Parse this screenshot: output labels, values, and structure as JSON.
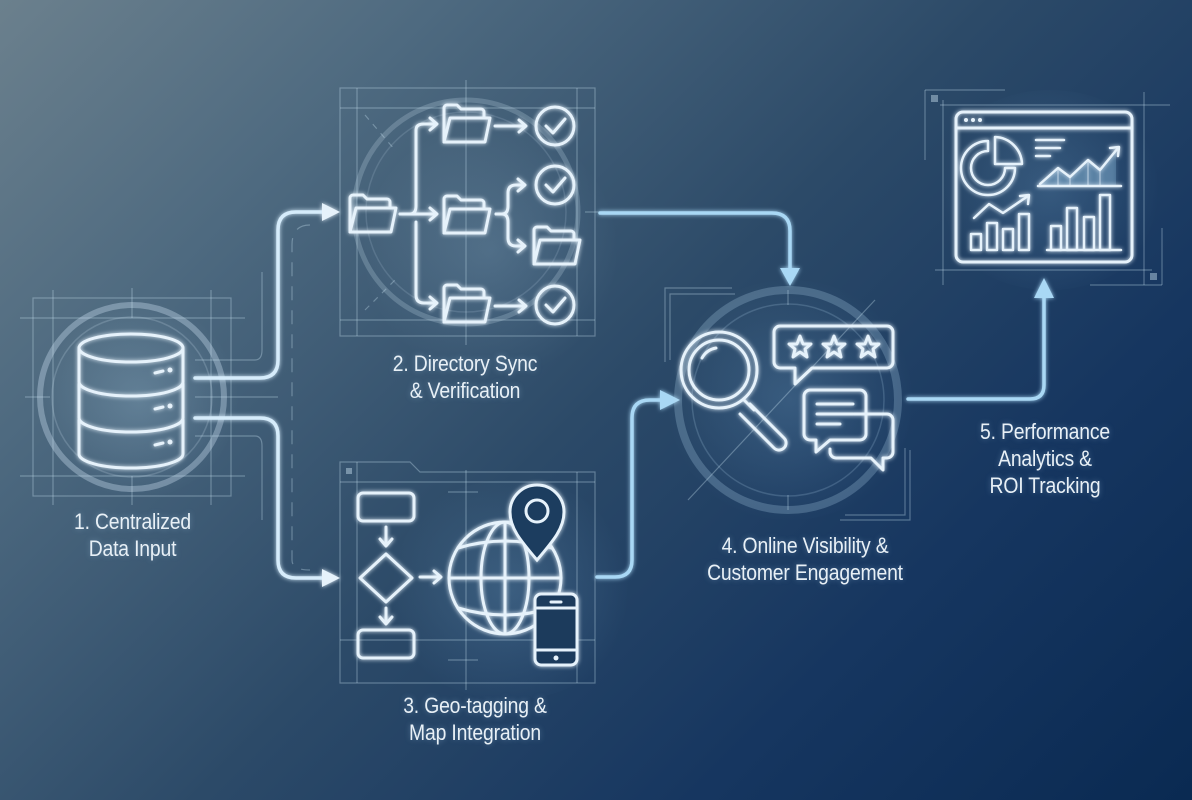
{
  "diagram": {
    "type": "process-flow",
    "steps": [
      {
        "id": 1,
        "label_line1": "1. Centralized",
        "label_line2": "Data Input",
        "label_line3": "",
        "icon": "database-icon"
      },
      {
        "id": 2,
        "label_line1": "2. Directory Sync",
        "label_line2": "& Verification",
        "label_line3": "",
        "icon": "folder-tree-icon"
      },
      {
        "id": 3,
        "label_line1": "3. Geo-tagging &",
        "label_line2": "Map Integration",
        "label_line3": "",
        "icon": "globe-pin-mobile-icon"
      },
      {
        "id": 4,
        "label_line1": "4. Online Visibility &",
        "label_line2": "Customer Engagement",
        "label_line3": "",
        "icon": "magnifier-reviews-icon"
      },
      {
        "id": 5,
        "label_line1": "5. Performance",
        "label_line2": "Analytics &",
        "label_line3": "ROI Tracking",
        "icon": "analytics-dashboard-icon"
      }
    ],
    "connections": [
      {
        "from": 1,
        "to": 2
      },
      {
        "from": 1,
        "to": 3
      },
      {
        "from": 2,
        "to": 4
      },
      {
        "from": 3,
        "to": 4
      },
      {
        "from": 4,
        "to": 5
      }
    ],
    "colors": {
      "background_top_left": "#6b808d",
      "background_bottom_right": "#0a2a52",
      "line": "#e6f2fb",
      "accent": "#a9d8f5",
      "text": "#e8f0f6"
    }
  }
}
